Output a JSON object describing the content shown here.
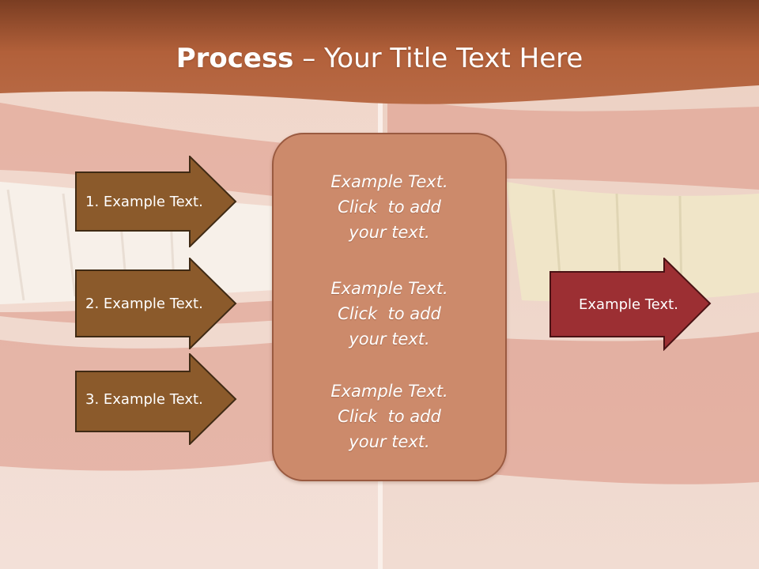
{
  "slide": {
    "title_bold": "Process",
    "title_rest": " – Your Title Text Here",
    "colors": {
      "band": "#b2603a",
      "band_dark": "#7a3d22",
      "left_arrows": "#8b5a2b",
      "right_arrow": "#9c2f33",
      "center_box": "#cc8a6b"
    }
  },
  "steps": [
    {
      "label": "1. Example Text."
    },
    {
      "label": "2. Example Text."
    },
    {
      "label": "3. Example Text."
    }
  ],
  "center_blocks": [
    {
      "lines": [
        "Example Text.",
        "Click  to add",
        "your text."
      ]
    },
    {
      "lines": [
        "Example Text.",
        "Click  to add",
        "your text."
      ]
    },
    {
      "lines": [
        "Example Text.",
        "Click  to add",
        "your text."
      ]
    }
  ],
  "result": {
    "label": "Example Text."
  },
  "background": {
    "image_icon": "smile-photo-icon"
  }
}
